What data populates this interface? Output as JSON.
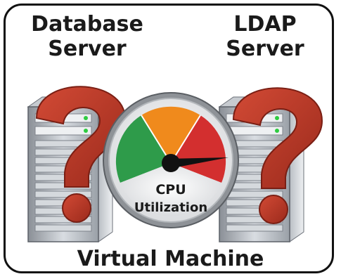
{
  "labels": {
    "db_line1": "Database",
    "db_line2": "Server",
    "ldap_line1": "LDAP",
    "ldap_line2": "Server",
    "vm": "Virtual Machine"
  },
  "gauge": {
    "line1": "CPU",
    "line2": "Utilization"
  },
  "colors": {
    "question_mark": "#c0392b",
    "gauge_green": "#2e9b4a",
    "gauge_orange": "#f08a1c",
    "gauge_red": "#d32f2f",
    "needle": "#111111"
  }
}
